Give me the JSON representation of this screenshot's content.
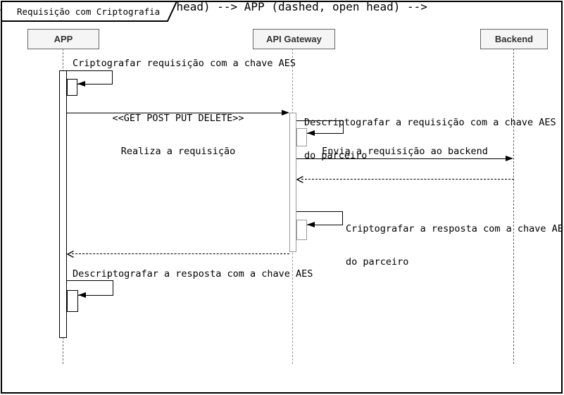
{
  "frame": {
    "title": "Requisição com Criptografia"
  },
  "participants": {
    "app": {
      "label": "APP"
    },
    "gateway": {
      "label": "API Gateway"
    },
    "backend": {
      "label": "Backend"
    }
  },
  "messages": {
    "encrypt_request": {
      "text": "Criptografar requisição com a chave AES"
    },
    "do_request": {
      "stereotype": "<<GET POST PUT DELETE>>",
      "text": "Realiza a requisição"
    },
    "decrypt_request": {
      "line1": "Descriptografar a requisição com a chave AES",
      "line2": "do parceiro"
    },
    "send_backend": {
      "text": "Envia a requisição ao backend"
    },
    "encrypt_response": {
      "line1": "Criptografar a resposta com a chave AES",
      "line2": "do parceiro"
    },
    "decrypt_response": {
      "text": "Descriptografar a resposta com a chave AES"
    }
  },
  "colors": {
    "participant_fill": "#f5f5f5",
    "participant_border": "#666666",
    "participant_text": "#333333",
    "line": "#000000",
    "app_activation_border": "#000000",
    "gateway_activation_border": "#999999",
    "lifeline": "#666666"
  }
}
